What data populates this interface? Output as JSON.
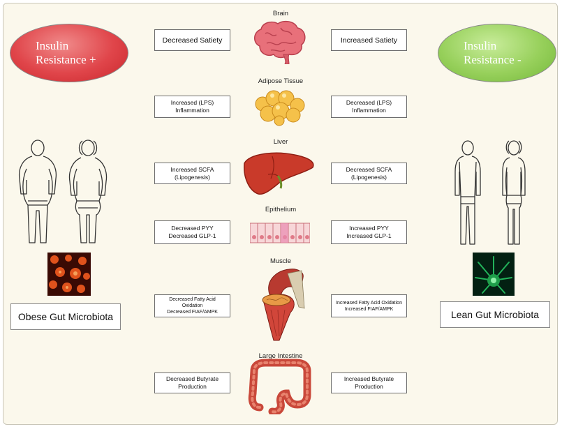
{
  "left_oval": {
    "label": "Insulin\nResistance +",
    "color": "#e0454a"
  },
  "right_oval": {
    "label": "Insulin\nResistance -",
    "color": "#97d05b"
  },
  "organs": [
    {
      "name": "Brain"
    },
    {
      "name": "Adipose Tissue"
    },
    {
      "name": "Liver"
    },
    {
      "name": "Epithelium"
    },
    {
      "name": "Muscle"
    },
    {
      "name": "Large Intestine"
    }
  ],
  "left_boxes": [
    "Decreased Satiety",
    "Increased (LPS)\nInflammation",
    "Increased SCFA\n(Lipogenesis)",
    "Decreased PYY\nDecreased GLP-1",
    "Decreased Fatty Acid\nOxidation\nDecreased FIAF/AMPK",
    "Decreased Butyrate\nProduction"
  ],
  "right_boxes": [
    "Increased Satiety",
    "Decreased (LPS)\nInflammation",
    "Decreased SCFA\n(Lipogenesis)",
    "Increased PYY\nIncreased GLP-1",
    "Increased Fatty Acid Oxidation\nIncreased FIAF/AMPK",
    "Increased Butyrate\nProduction"
  ],
  "left_microbiota": {
    "label": "Obese Gut Microbiota",
    "color": "#e0521c"
  },
  "right_microbiota": {
    "label": "Lean Gut Microbiota",
    "color": "#1f9d4a"
  }
}
